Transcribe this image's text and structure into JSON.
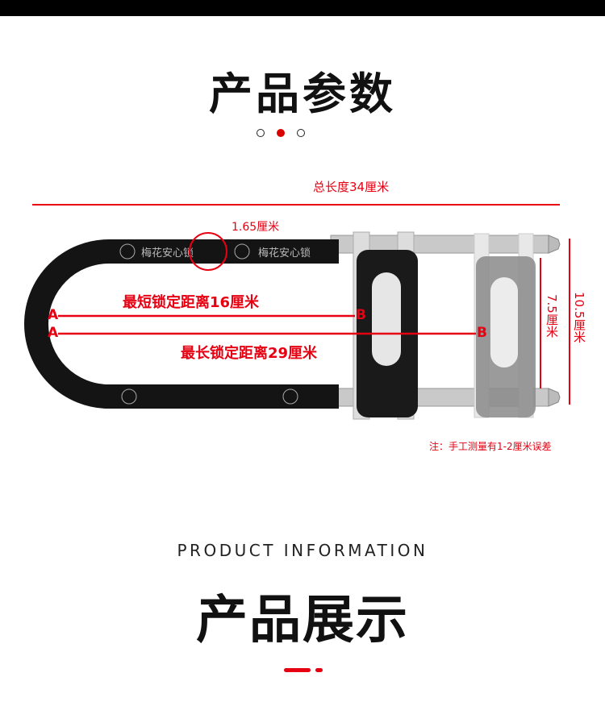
{
  "header": {
    "title": "产品参数",
    "dots": [
      false,
      true,
      false
    ]
  },
  "diagram": {
    "total_length": "总长度34厘米",
    "thickness": "1.65厘米",
    "shortest": "最短锁定距离16厘米",
    "longest": "最长锁定距离29厘米",
    "point_a": "A",
    "point_b": "B",
    "inner_height": "7.5厘米",
    "outer_height": "10.5厘米",
    "note": "注：手工测量有1-2厘米误差",
    "brand_text": "梅花安心锁"
  },
  "section2": {
    "subtitle": "PRODUCT INFORMATION",
    "title": "产品展示"
  },
  "colors": {
    "accent": "#e60012",
    "lock_black": "#111111",
    "chrome": "#c8c8c8"
  }
}
